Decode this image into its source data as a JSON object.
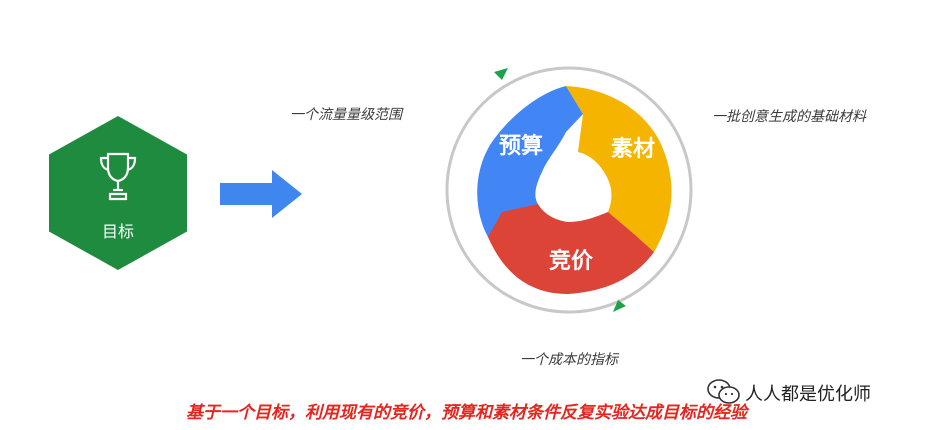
{
  "goal": {
    "label": "目标",
    "icon": "trophy-icon"
  },
  "cycle": {
    "top_left_note": "一个流量量级范围",
    "top_right_note": "一批创意生成的基础材料",
    "bottom_note": "一个成本的指标",
    "segments": [
      {
        "label": "预算",
        "color": "#4285f4"
      },
      {
        "label": "素材",
        "color": "#f4b400"
      },
      {
        "label": "竞价",
        "color": "#db4437"
      }
    ]
  },
  "footer_text": "基于一个目标，利用现有的竞价，预算和素材条件反复实验达成目标的经验",
  "watermark": {
    "text": "人人都是优化师",
    "icon": "wechat-icon"
  },
  "colors": {
    "goal": "#1e8b3f",
    "arrow": "#3f86ee",
    "footer": "#e52620",
    "orbit_arrow": "#1aa34a"
  }
}
